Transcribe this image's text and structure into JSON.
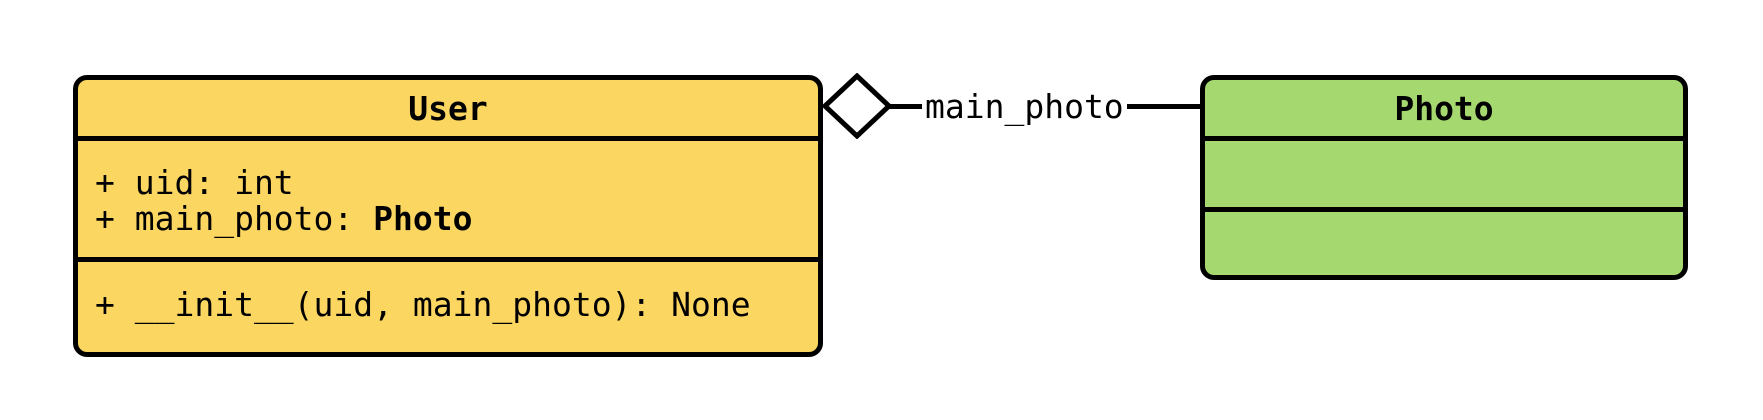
{
  "classes": {
    "user": {
      "name": "User",
      "fill": "#FBD661",
      "attributes": [
        {
          "text": "+ uid: int",
          "bold": ""
        },
        {
          "text": "+ main_photo: ",
          "bold": "Photo"
        }
      ],
      "methods": [
        {
          "text": "+ __init__(uid, main_photo): None",
          "bold": ""
        }
      ]
    },
    "photo": {
      "name": "Photo",
      "fill": "#A5D970",
      "attributes": [],
      "methods": []
    }
  },
  "relation": {
    "type": "aggregation",
    "label": "main_photo",
    "from": "User",
    "to": "Photo"
  },
  "colors": {
    "stroke": "#000000",
    "background": "#FFFFFF",
    "user_fill": "#FBD661",
    "photo_fill": "#A5D970"
  }
}
